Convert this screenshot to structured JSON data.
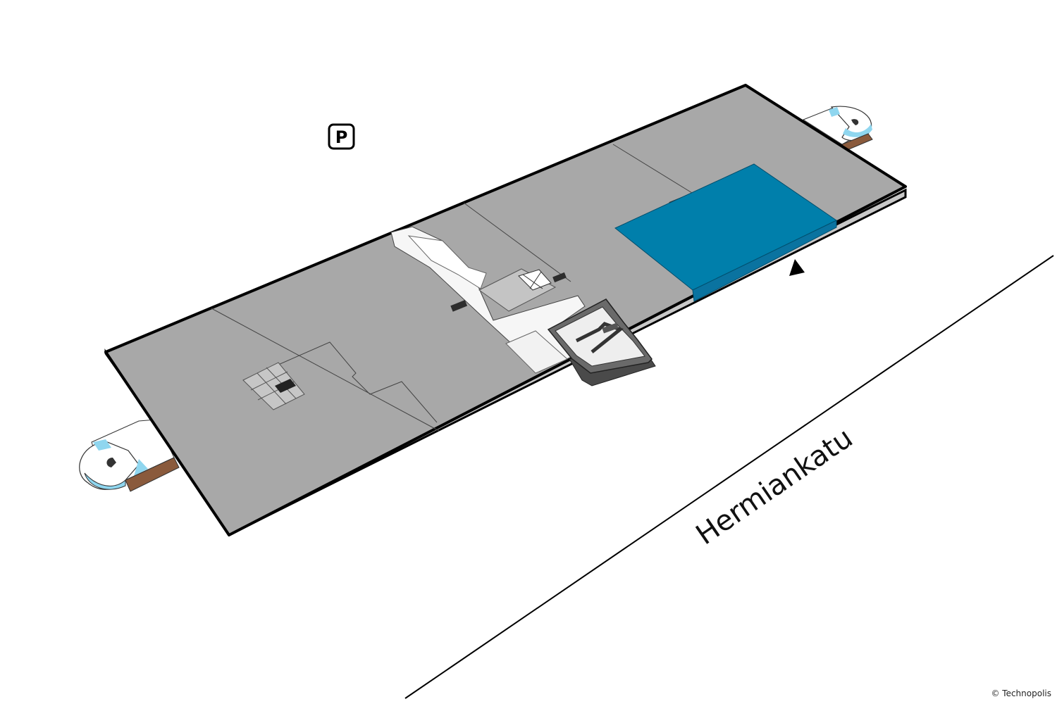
{
  "map": {
    "street_name": "Hermiankatu",
    "parking_symbol": "P",
    "copyright": "© Technopolis",
    "highlighted_space_color": "#007fab",
    "floor_color": "#a8a8a8",
    "icons": [
      "parking-sign-icon",
      "entrance-arrow-icon",
      "elevator-icon",
      "staircase-icon"
    ]
  }
}
